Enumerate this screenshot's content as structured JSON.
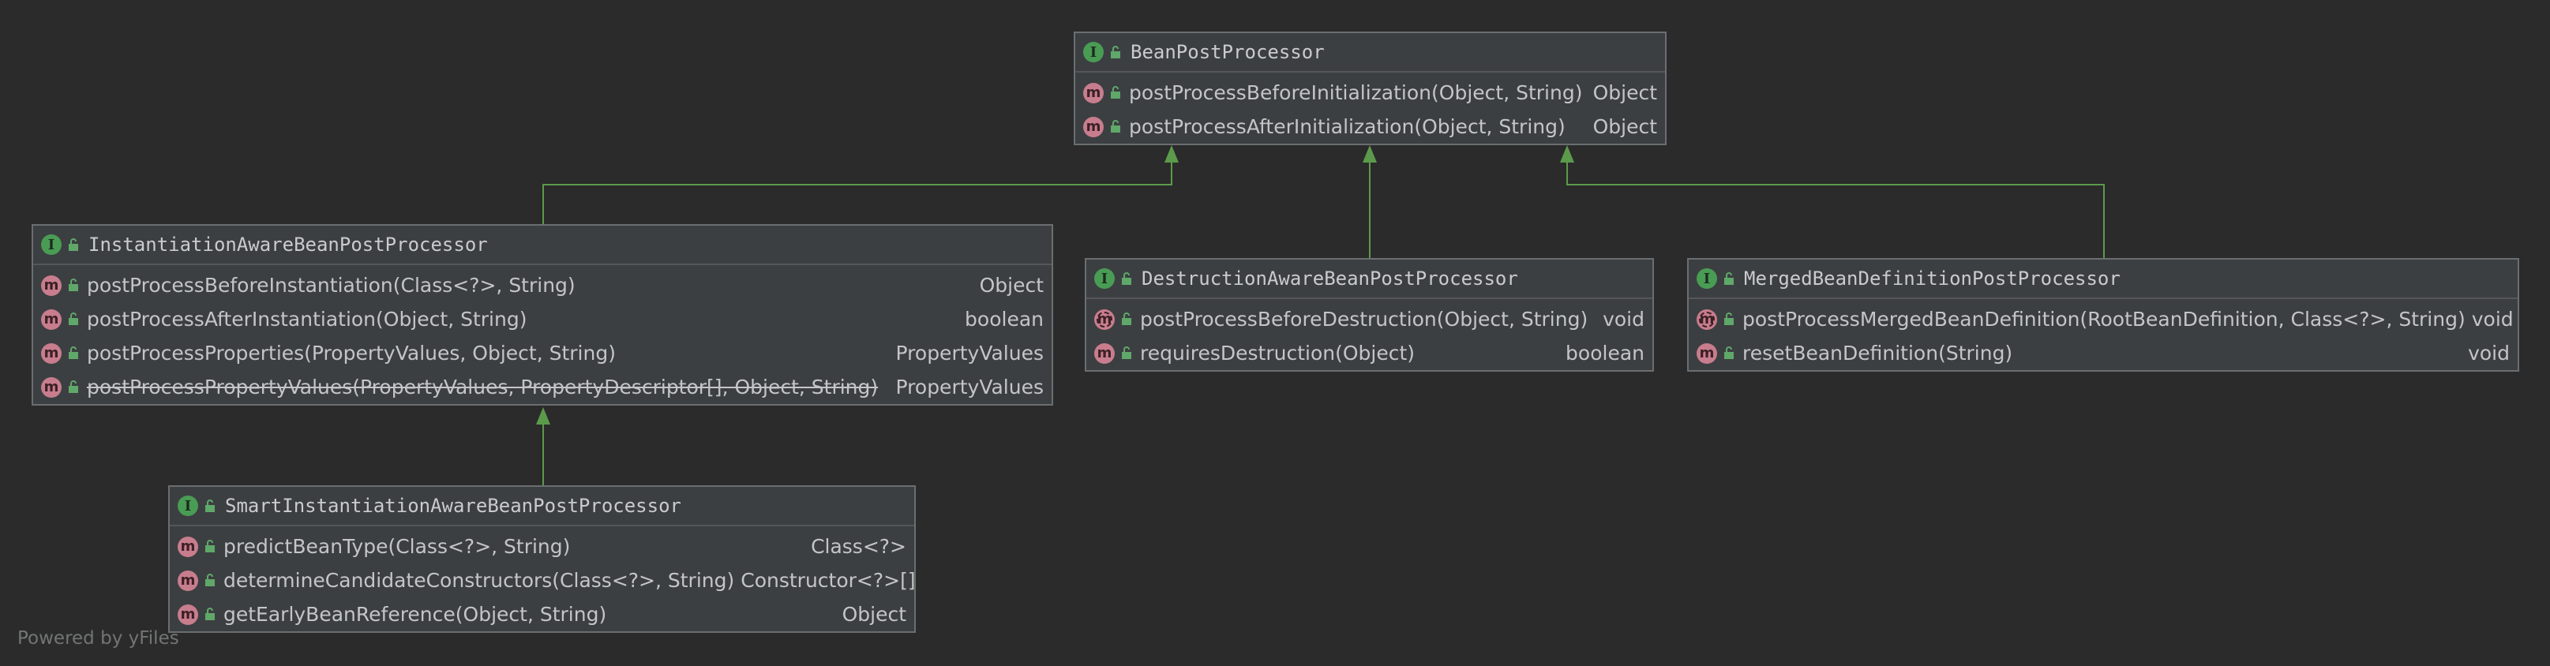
{
  "colors": {
    "background": "#2b2b2b",
    "node_fill": "#3c3f41",
    "edge": "#5c9a4b",
    "interface_icon": "#499c54",
    "method_icon": "#c77d8d"
  },
  "nodes": [
    {
      "id": "bpp",
      "title": "BeanPostProcessor",
      "icon": "interface-icon",
      "methods": [
        {
          "name": "postProcessBeforeInitialization(Object, String)",
          "type": "Object",
          "abstract": false,
          "deprecated": false
        },
        {
          "name": "postProcessAfterInitialization(Object, String)",
          "type": "Object",
          "abstract": false,
          "deprecated": false
        }
      ]
    },
    {
      "id": "iabpp",
      "title": "InstantiationAwareBeanPostProcessor",
      "icon": "interface-icon",
      "methods": [
        {
          "name": "postProcessBeforeInstantiation(Class<?>, String)",
          "type": "Object",
          "abstract": false,
          "deprecated": false
        },
        {
          "name": "postProcessAfterInstantiation(Object, String)",
          "type": "boolean",
          "abstract": false,
          "deprecated": false
        },
        {
          "name": "postProcessProperties(PropertyValues, Object, String)",
          "type": "PropertyValues",
          "abstract": false,
          "deprecated": false
        },
        {
          "name": "postProcessPropertyValues(PropertyValues, PropertyDescriptor[], Object, String)",
          "type": "PropertyValues",
          "abstract": false,
          "deprecated": true
        }
      ]
    },
    {
      "id": "dabpp",
      "title": "DestructionAwareBeanPostProcessor",
      "icon": "interface-icon",
      "methods": [
        {
          "name": "postProcessBeforeDestruction(Object, String)",
          "type": "void",
          "abstract": true,
          "deprecated": false
        },
        {
          "name": "requiresDestruction(Object)",
          "type": "boolean",
          "abstract": false,
          "deprecated": false
        }
      ]
    },
    {
      "id": "mbdpp",
      "title": "MergedBeanDefinitionPostProcessor",
      "icon": "interface-icon",
      "methods": [
        {
          "name": "postProcessMergedBeanDefinition(RootBeanDefinition, Class<?>, String)",
          "type": "void",
          "abstract": true,
          "deprecated": false
        },
        {
          "name": "resetBeanDefinition(String)",
          "type": "void",
          "abstract": false,
          "deprecated": false
        }
      ]
    },
    {
      "id": "siabpp",
      "title": "SmartInstantiationAwareBeanPostProcessor",
      "icon": "interface-icon",
      "methods": [
        {
          "name": "predictBeanType(Class<?>, String)",
          "type": "Class<?>",
          "abstract": false,
          "deprecated": false
        },
        {
          "name": "determineCandidateConstructors(Class<?>, String)",
          "type": "Constructor<?>[]",
          "abstract": false,
          "deprecated": false
        },
        {
          "name": "getEarlyBeanReference(Object, String)",
          "type": "Object",
          "abstract": false,
          "deprecated": false
        }
      ]
    }
  ],
  "edges": [
    {
      "from": "iabpp",
      "to": "bpp",
      "relation": "extends"
    },
    {
      "from": "dabpp",
      "to": "bpp",
      "relation": "extends"
    },
    {
      "from": "mbdpp",
      "to": "bpp",
      "relation": "extends"
    },
    {
      "from": "siabpp",
      "to": "iabpp",
      "relation": "extends"
    }
  ],
  "watermark": "Powered by yFiles"
}
